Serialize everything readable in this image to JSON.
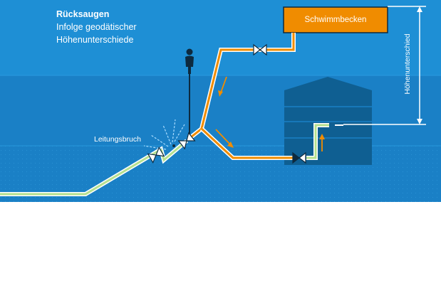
{
  "title": {
    "line1": "Rücksaugen",
    "line2": "Infolge geodätischer",
    "line3": "Höhenunterschiede"
  },
  "labels": {
    "pool": "Schwimmbecken",
    "pipe_break": "Leitungsbruch",
    "height_difference": "Höhenunterschied"
  },
  "colors": {
    "sky": "#1e8fd5",
    "ground": "#1a80c6",
    "building": "#0f5f92",
    "pool": "#f08c00",
    "suction_pipe": "#f08c00",
    "supply_pipe": "#b5e08f",
    "valve_closed": "#0d2a3f"
  },
  "icons": [
    "person-icon",
    "valve-icon",
    "arrow-icon",
    "water-spray-icon"
  ]
}
